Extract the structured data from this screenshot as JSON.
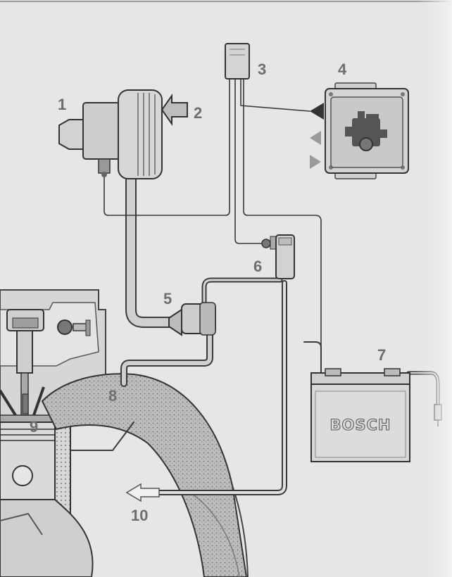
{
  "diagram": {
    "labels": {
      "l1": "1",
      "l2": "2",
      "l3": "3",
      "l4": "4",
      "l5": "5",
      "l6": "6",
      "l7": "7",
      "l8": "8",
      "l9": "9",
      "l10": "10"
    },
    "battery_brand": "BOSCH"
  },
  "colors": {
    "background": "#e6e6e4",
    "component_fill": "#cfcfcf",
    "outline": "#3c3c3c",
    "label": "#6e6e6e",
    "exhaust_fill": "#b9b9b9"
  },
  "icons": [
    "engine-icon",
    "arrow-left-icon",
    "arrow-right-icon",
    "airflow-arrow-icon",
    "outflow-arrow-icon"
  ]
}
